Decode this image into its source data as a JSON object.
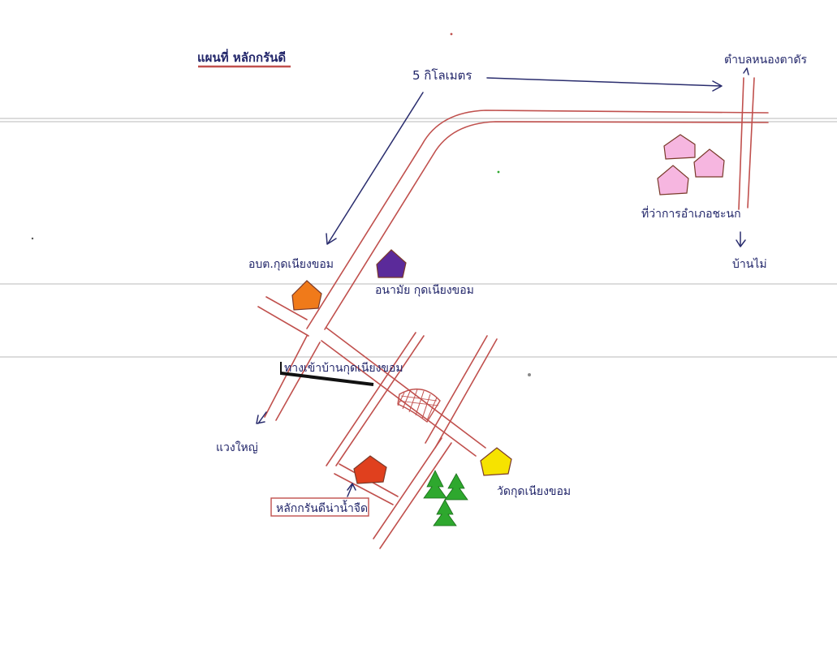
{
  "map": {
    "title": "แผนที่ หลักกรันดี",
    "distance_label": "5 กิโลเมตร",
    "places": {
      "top_right_dest": "ตำบลหนองตาดัร",
      "district_office": "ที่ว่าการอำเภอชะนก",
      "village_bottom_right": "บ้านไม่",
      "sao": "อบต.กุดเนียงขอม",
      "school": "อนามัย กุดเนียงขอม",
      "road_sign": "ทางเข้าบ้านกุดเนียงขอม",
      "bottom_left_dest": "แวงใหญ่",
      "temple": "วัดกุดเนียงขอม",
      "highlight_box": "หลักกรันดีน่าน้ำจืด"
    }
  },
  "colors": {
    "road": "#c0504d",
    "ink": "#22266a",
    "house_orange": "#f07a1a",
    "house_purple": "#5b2a9a",
    "house_red": "#e0401e",
    "house_yellow": "#f6e300",
    "house_pink": "#f6b6e0",
    "tree_green": "#2ea82e"
  }
}
